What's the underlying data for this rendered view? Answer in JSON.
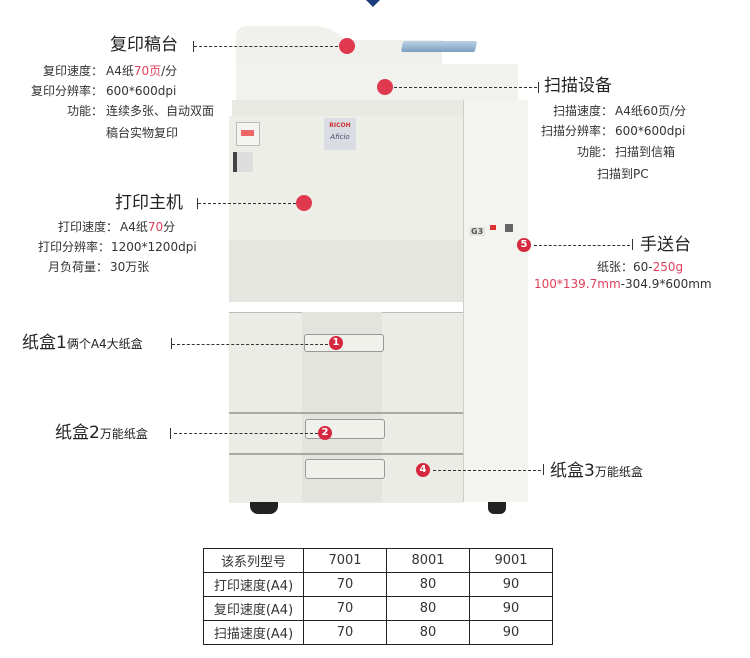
{
  "top_marker": {
    "color": "#1c3d7a"
  },
  "copy_table": {
    "title": "复印稿台",
    "specs": [
      {
        "label": "复印速度：",
        "value_prefix": "A4纸",
        "value_highlight": "70页",
        "value_suffix": "/分"
      },
      {
        "label": "复印分辨率：",
        "value": "600*600dpi"
      },
      {
        "label": "功能：",
        "value": "连续多张、自动双面"
      },
      {
        "label": "",
        "value": "稿台实物复印"
      }
    ]
  },
  "scanner": {
    "title": "扫描设备",
    "specs": [
      {
        "label": "扫描速度：",
        "value": "A4纸60页/分"
      },
      {
        "label": "扫描分辨率：",
        "value": "600*600dpi"
      },
      {
        "label": "功能：",
        "value": "扫描到信箱"
      },
      {
        "label": "",
        "value": "扫描到PC"
      }
    ]
  },
  "print_engine": {
    "title": "打印主机",
    "specs": [
      {
        "label": "打印速度：",
        "value_prefix": "A4纸",
        "value_highlight": "70",
        "value_suffix": "分"
      },
      {
        "label": "打印分辨率：",
        "value_highlight": "1200*1200dpi"
      },
      {
        "label": "月负荷量：",
        "value": "30万张"
      }
    ]
  },
  "bypass_tray": {
    "number": "5",
    "title": "手送台",
    "paper_label": "纸张：",
    "paper_weight_prefix": "60-",
    "paper_weight_highlight": "250g",
    "size_highlight": "100*139.7mm",
    "size_suffix": "-304.9*600mm"
  },
  "tray1": {
    "number": "1",
    "title": "纸盒1",
    "note": "俩个A4大纸盒"
  },
  "tray2": {
    "number": "2",
    "title": "纸盒2",
    "note": "万能纸盒"
  },
  "tray3": {
    "number": "4",
    "title": "纸盒3",
    "note": "万能纸盒"
  },
  "printer_labels": {
    "brand": "RICOH",
    "model": "Aficio",
    "fax_badge": "G3"
  },
  "spec_table": {
    "headers": [
      "该系列型号",
      "7001",
      "8001",
      "9001"
    ],
    "rows": [
      [
        "打印速度(A4)",
        "70",
        "80",
        "90"
      ],
      [
        "复印速度(A4)",
        "70",
        "80",
        "90"
      ],
      [
        "扫描速度(A4)",
        "70",
        "80",
        "90"
      ]
    ]
  },
  "colors": {
    "accent_red": "#e0415a",
    "marker_red": "#e0384f",
    "text": "#333333"
  }
}
